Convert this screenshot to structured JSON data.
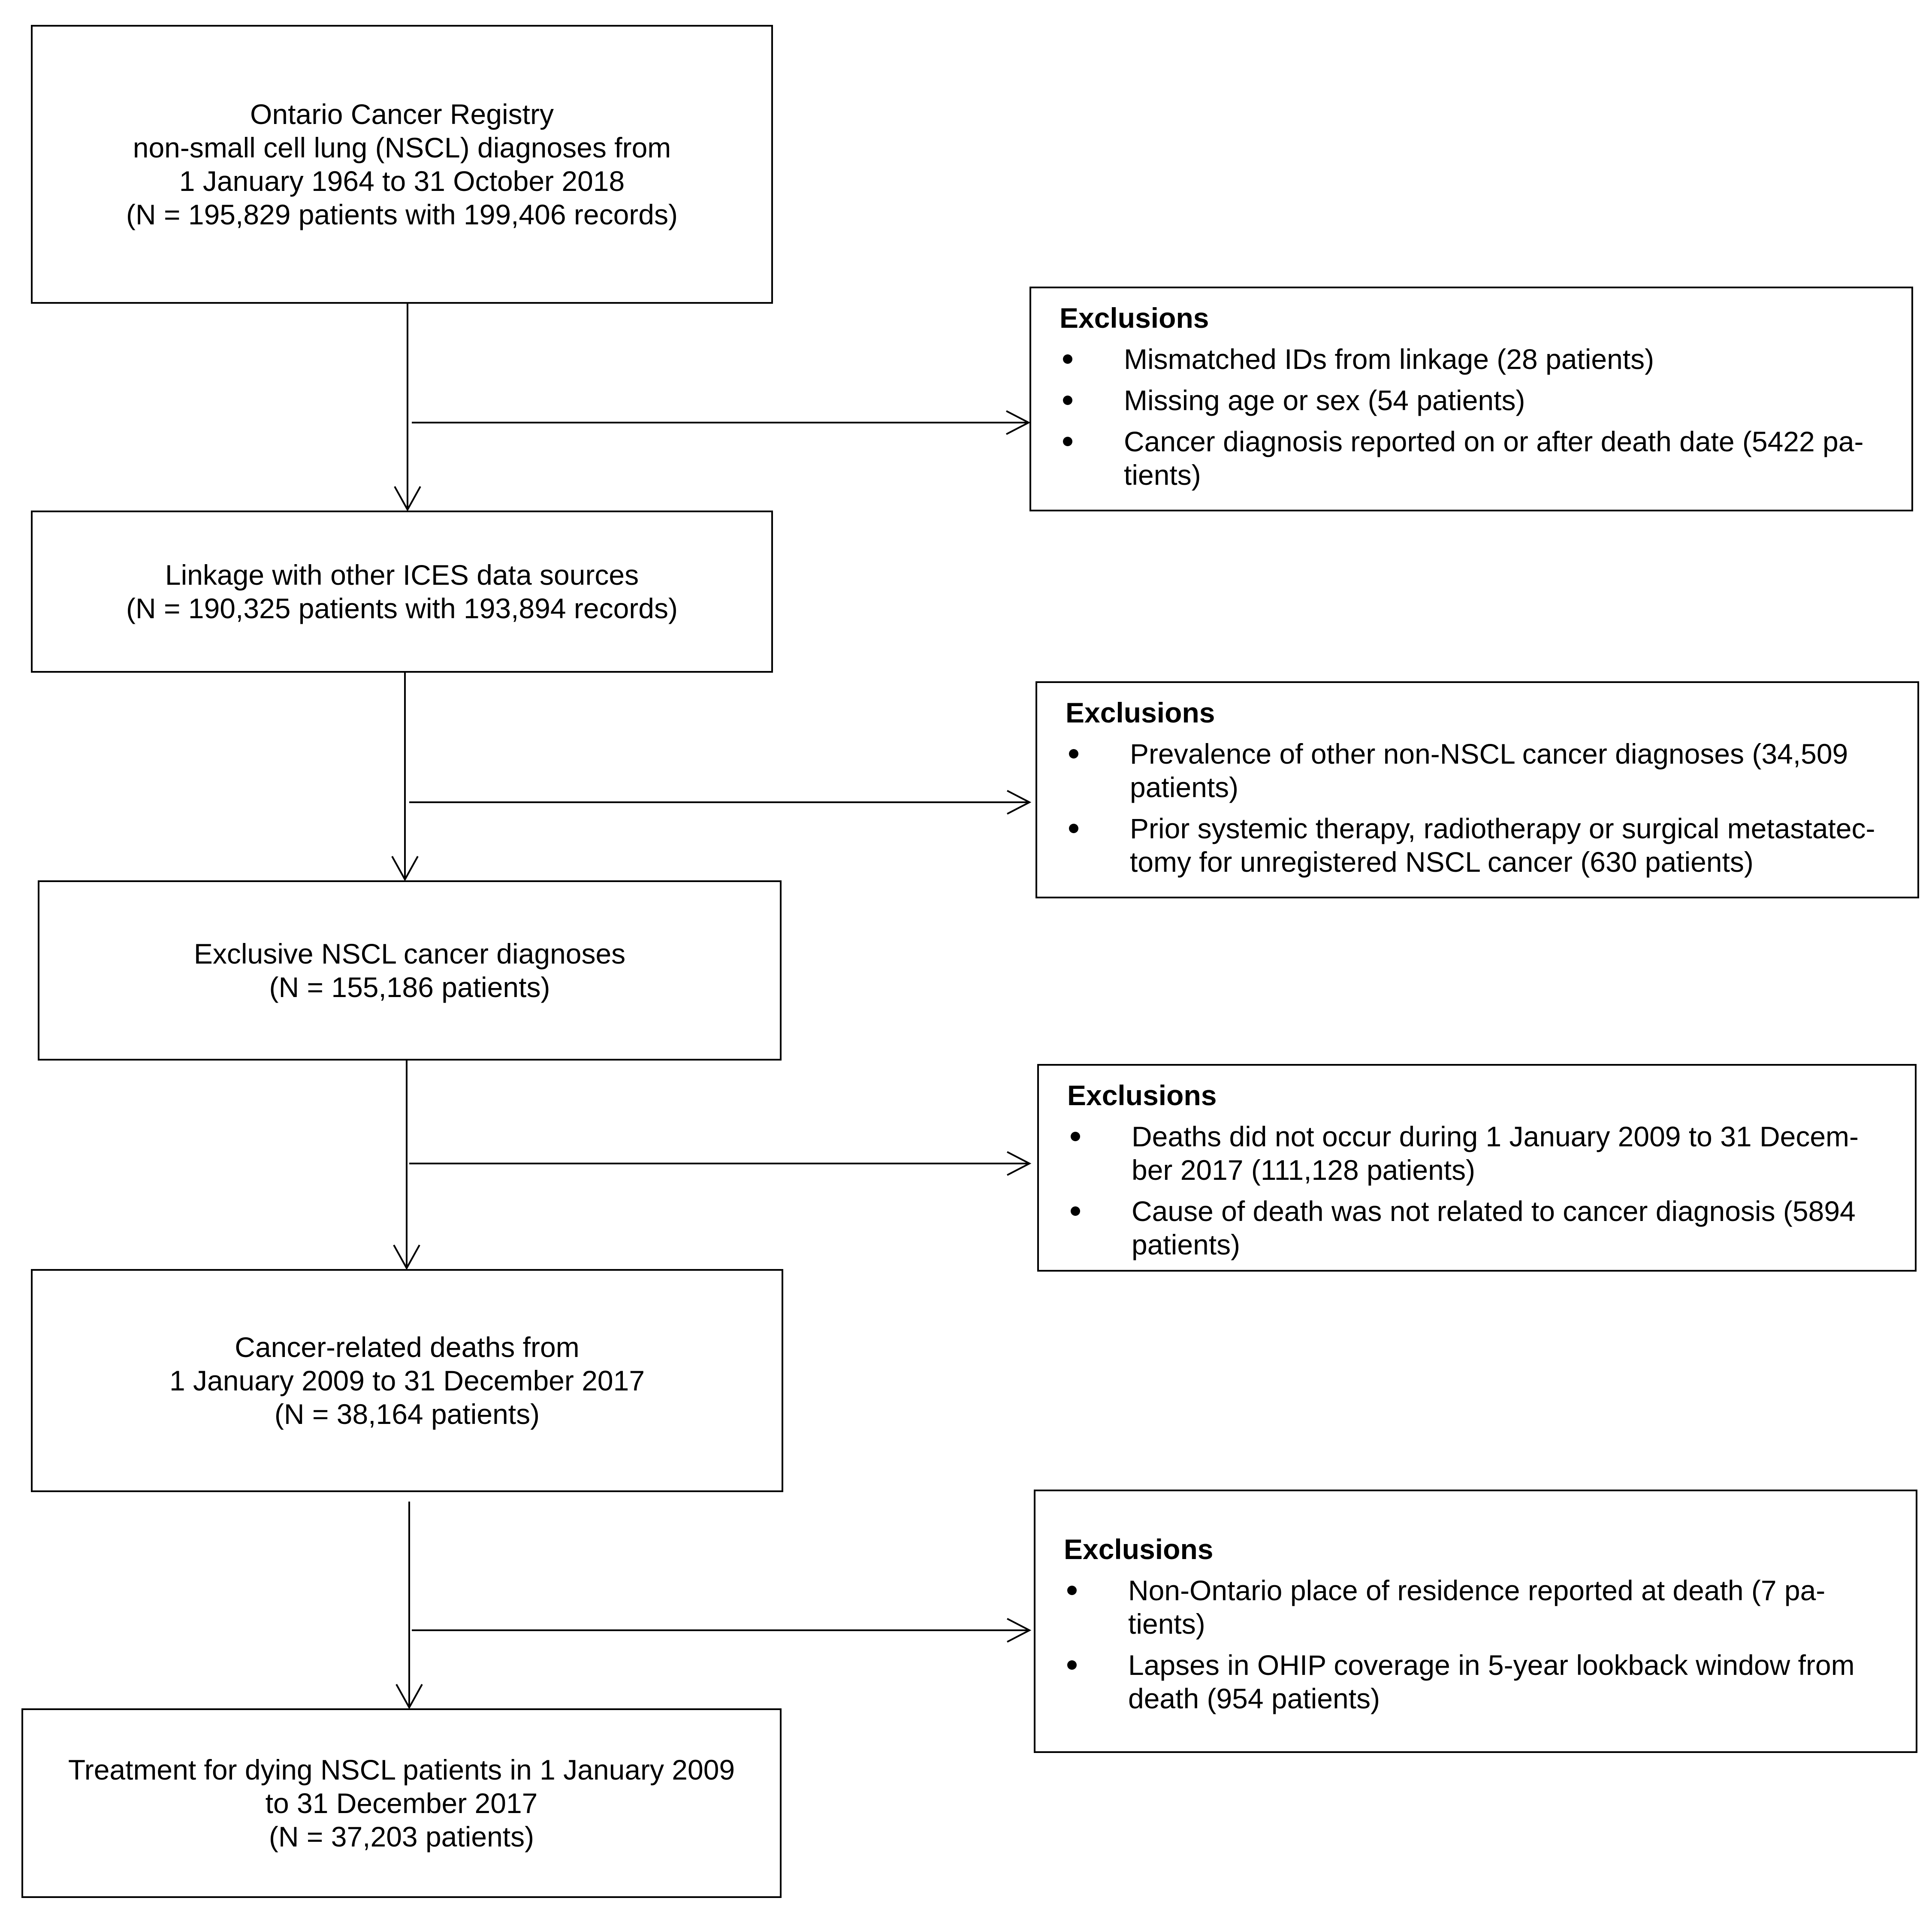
{
  "main_boxes": [
    {
      "lines": [
        "Ontario Cancer Registry",
        "non-small cell lung (NSCL) diagnoses from",
        "1 January 1964 to 31 October 2018",
        "(N = 195,829 patients with 199,406 records)"
      ]
    },
    {
      "lines": [
        "Linkage with other ICES data sources",
        "(N = 190,325 patients with 193,894 records)"
      ]
    },
    {
      "lines": [
        "Exclusive NSCL cancer diagnoses",
        "(N = 155,186 patients)"
      ]
    },
    {
      "lines": [
        "Cancer-related deaths from",
        "1 January 2009 to 31 December 2017",
        "(N = 38,164 patients)"
      ]
    },
    {
      "lines": [
        "Treatment for dying NSCL patients in 1 January 2009",
        "to 31 December 2017",
        "(N = 37,203 patients)"
      ]
    }
  ],
  "exclusion_boxes": [
    {
      "title": "Exclusions",
      "items": [
        "Mismatched IDs from linkage (28 patients)",
        "Missing age or sex (54 patients)",
        "Cancer diagnosis reported on or after death date (5422 pa-tients)"
      ]
    },
    {
      "title": "Exclusions",
      "items": [
        "Prevalence of other non-NSCL cancer diagnoses (34,509 patients)",
        "Prior systemic therapy, radiotherapy or surgical metastatec-tomy for unregistered NSCL cancer (630 patients)"
      ]
    },
    {
      "title": "Exclusions",
      "items": [
        "Deaths did not occur during 1 January 2009 to 31 Decem-ber 2017 (111,128 patients)",
        "Cause of death was not related to cancer diagnosis (5894 patients)"
      ]
    },
    {
      "title": "Exclusions",
      "items": [
        "Non-Ontario place of residence reported at death (7 pa-tients)",
        "Lapses in OHIP coverage in 5-year lookback window from death (954 patients)"
      ]
    }
  ]
}
